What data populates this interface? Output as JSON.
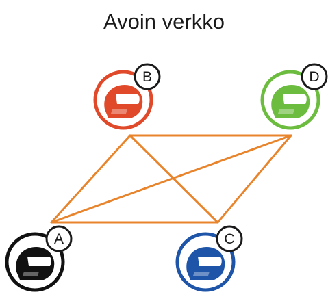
{
  "title": "Avoin verkko",
  "colors": {
    "link": "#e8842c",
    "A": "#111111",
    "B": "#e0492a",
    "C": "#1f55a8",
    "D": "#6cbc3f"
  },
  "nodes": [
    {
      "id": "A",
      "label": "A",
      "icon": "helmet-icon",
      "color_key": "A"
    },
    {
      "id": "B",
      "label": "B",
      "icon": "helmet-icon",
      "color_key": "B"
    },
    {
      "id": "C",
      "label": "C",
      "icon": "helmet-icon",
      "color_key": "C"
    },
    {
      "id": "D",
      "label": "D",
      "icon": "helmet-icon",
      "color_key": "D"
    }
  ],
  "links": [
    [
      "A",
      "B"
    ],
    [
      "B",
      "D"
    ],
    [
      "D",
      "C"
    ],
    [
      "C",
      "A"
    ],
    [
      "A",
      "D"
    ],
    [
      "B",
      "C"
    ]
  ]
}
